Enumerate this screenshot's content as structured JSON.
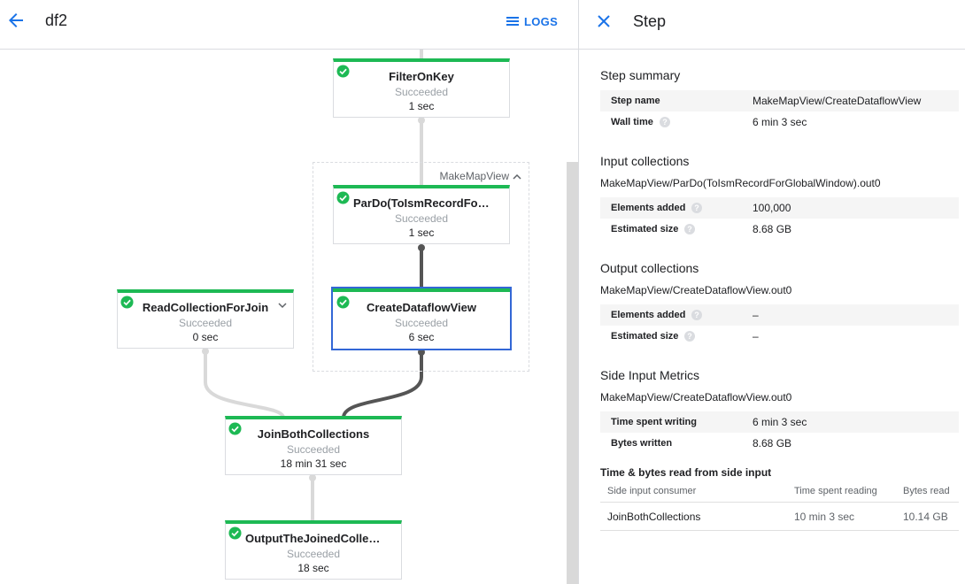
{
  "header": {
    "title": "df2",
    "logs_label": "LOGS"
  },
  "graph": {
    "group_label": "MakeMapView",
    "nodes": [
      {
        "name": "FilterOnKey",
        "status": "Succeeded",
        "time": "1 sec"
      },
      {
        "name": "ParDo(ToIsmRecordFor...",
        "status": "Succeeded",
        "time": "1 sec"
      },
      {
        "name": "ReadCollectionForJoin",
        "status": "Succeeded",
        "time": "0 sec"
      },
      {
        "name": "CreateDataflowView",
        "status": "Succeeded",
        "time": "6 sec"
      },
      {
        "name": "JoinBothCollections",
        "status": "Succeeded",
        "time": "18 min 31 sec"
      },
      {
        "name": "OutputTheJoinedCollec...",
        "status": "Succeeded",
        "time": "18 sec"
      }
    ]
  },
  "panel": {
    "title": "Step",
    "step_summary": {
      "title": "Step summary",
      "rows": [
        {
          "key": "Step name",
          "value": "MakeMapView/CreateDataflowView"
        },
        {
          "key": "Wall time",
          "value": "6 min 3 sec"
        }
      ]
    },
    "input_collections": {
      "title": "Input collections",
      "path": "MakeMapView/ParDo(ToIsmRecordForGlobalWindow).out0",
      "rows": [
        {
          "key": "Elements added",
          "value": "100,000"
        },
        {
          "key": "Estimated size",
          "value": "8.68 GB"
        }
      ]
    },
    "output_collections": {
      "title": "Output collections",
      "path": "MakeMapView/CreateDataflowView.out0",
      "rows": [
        {
          "key": "Elements added",
          "value": "–"
        },
        {
          "key": "Estimated size",
          "value": "–"
        }
      ]
    },
    "side_input_metrics": {
      "title": "Side Input Metrics",
      "path": "MakeMapView/CreateDataflowView.out0",
      "rows": [
        {
          "key": "Time spent writing",
          "value": "6 min 3 sec"
        },
        {
          "key": "Bytes written",
          "value": "8.68 GB"
        }
      ]
    },
    "side_input_table": {
      "title": "Time & bytes read from side input",
      "headers": [
        "Side input consumer",
        "Time spent reading",
        "Bytes read"
      ],
      "rows": [
        [
          "JoinBothCollections",
          "10 min 3 sec",
          "10.14 GB"
        ]
      ]
    }
  },
  "colors": {
    "accent": "#1a73e8",
    "success": "#1db954",
    "selected_border": "#3367d6"
  }
}
